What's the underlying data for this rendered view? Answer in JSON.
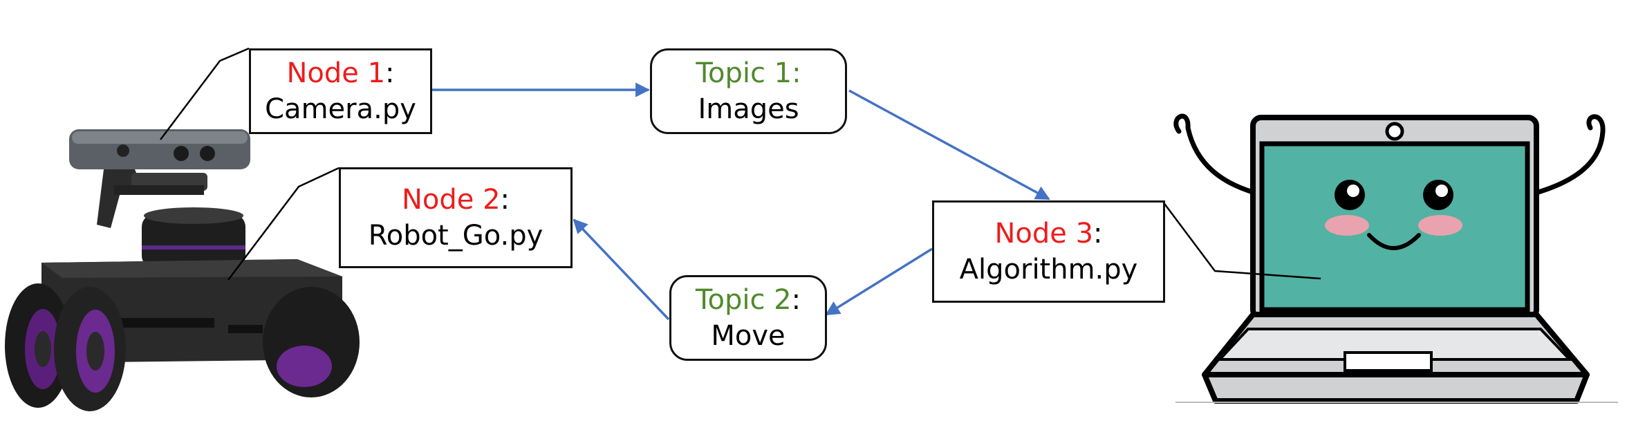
{
  "colors": {
    "node_label": "#ee1c1c",
    "topic_label": "#4f8a2c",
    "arrow": "#4472c4",
    "text": "#000000",
    "screen": "#52b2a3",
    "blush": "#e8a3ae"
  },
  "nodes": {
    "node1": {
      "label": "Node 1",
      "colon": ":",
      "name": "Camera.py"
    },
    "node2": {
      "label": "Node 2",
      "colon": ":",
      "name": "Robot_Go.py"
    },
    "node3": {
      "label": "Node 3",
      "colon": ":",
      "name": "Algorithm.py"
    }
  },
  "topics": {
    "topic1": {
      "label": "Topic 1",
      "colon": ":",
      "name": "Images"
    },
    "topic2": {
      "label": "Topic 2",
      "colon": ":",
      "name": "Move"
    }
  },
  "images": {
    "robot": "robot-image",
    "laptop": "laptop-illustration"
  }
}
